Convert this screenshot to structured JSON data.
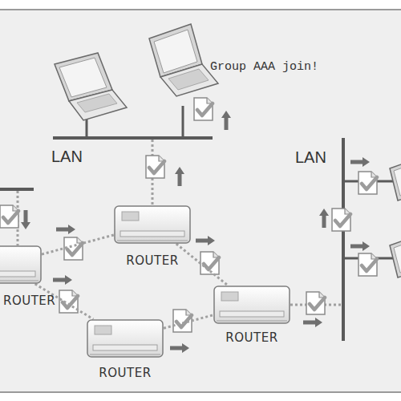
{
  "diagram": {
    "nodes": [
      {
        "text": [
          "ROUTER"
        ]
      },
      {
        "text": [
          "ROUTER"
        ]
      },
      {
        "text": [
          "ROUTER"
        ]
      },
      {
        "text": [
          "ROUTER"
        ]
      }
    ],
    "edges": [
      {
        "from": 1,
        "to": 0,
        "arrow": "none"
      },
      {
        "from": 1,
        "to": 3,
        "arrow": "none"
      },
      {
        "from": 0,
        "to": 2,
        "arrow": "none"
      },
      {
        "from": 3,
        "to": 2,
        "arrow": "none"
      }
    ],
    "labels": [
      "Group AAA join!",
      "LAN",
      "LAN"
    ]
  }
}
